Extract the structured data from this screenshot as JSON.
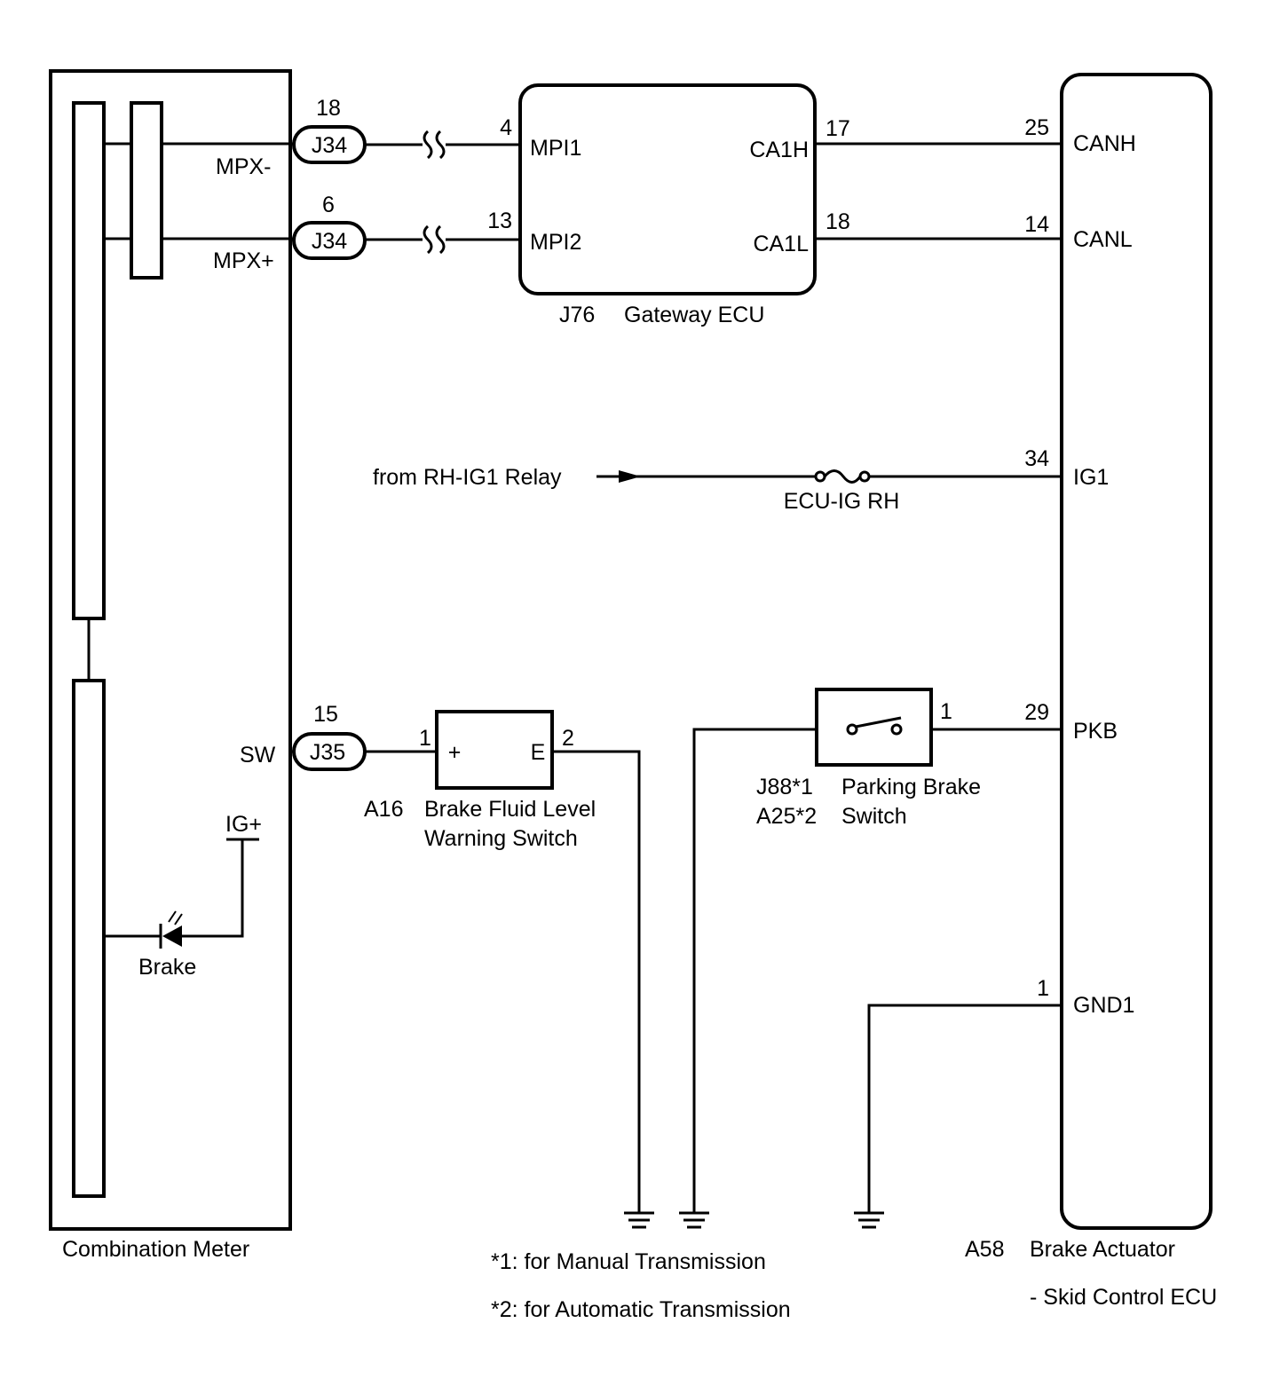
{
  "combination_meter": {
    "label": "Combination Meter",
    "mpx_minus": "MPX-",
    "mpx_plus": "MPX+",
    "sw": "SW",
    "ig_plus": "IG+",
    "brake": "Brake"
  },
  "connectors": {
    "j34_a": {
      "label": "J34",
      "pin": "18"
    },
    "j34_b": {
      "label": "J34",
      "pin": "6"
    },
    "j35": {
      "label": "J35",
      "pin": "15"
    }
  },
  "gateway": {
    "code": "J76",
    "name": "Gateway ECU",
    "mpi1": "MPI1",
    "mpi1_pin": "4",
    "mpi2": "MPI2",
    "mpi2_pin": "13",
    "ca1h": "CA1H",
    "ca1h_pin": "17",
    "ca1l": "CA1L",
    "ca1l_pin": "18"
  },
  "actuator": {
    "code": "A58",
    "name_line1": "Brake Actuator",
    "name_line2": "- Skid Control ECU",
    "canh": "CANH",
    "canh_pin": "25",
    "canl": "CANL",
    "canl_pin": "14",
    "ig1": "IG1",
    "ig1_pin": "34",
    "pkb": "PKB",
    "pkb_pin": "29",
    "gnd1": "GND1",
    "gnd1_pin": "1"
  },
  "relay": {
    "from": "from RH-IG1 Relay",
    "fuse": "ECU-IG RH"
  },
  "fluid_switch": {
    "code": "A16",
    "name_line1": "Brake Fluid Level",
    "name_line2": "Warning Switch",
    "plus": "+",
    "e": "E",
    "pin1": "1",
    "pin2": "2"
  },
  "parking_switch": {
    "code1": "J88*1",
    "code2": "A25*2",
    "name_line1": "Parking Brake",
    "name_line2": "Switch",
    "pin": "1"
  },
  "notes": {
    "note1": "*1: for Manual Transmission",
    "note2": "*2: for Automatic Transmission"
  }
}
